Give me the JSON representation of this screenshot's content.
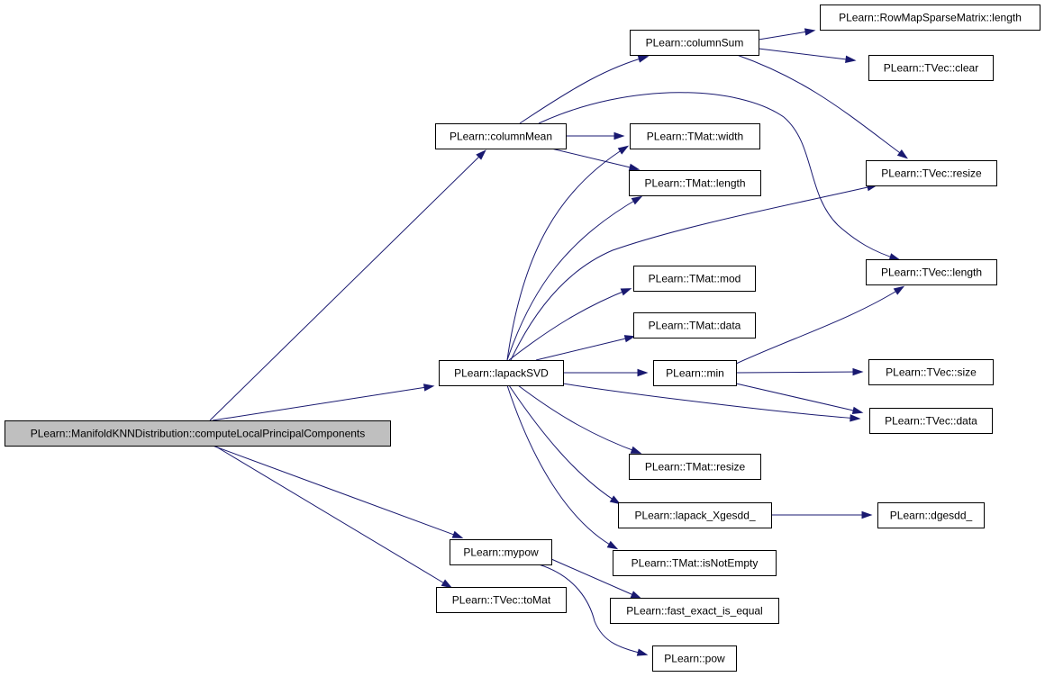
{
  "diagram": {
    "type": "call-graph",
    "edge_color": "#191970",
    "root_fill": "#bfbfbf",
    "nodes": [
      {
        "id": "root",
        "label": "PLearn::ManifoldKNNDistribution::computeLocalPrincipalComponents",
        "root": true
      },
      {
        "id": "columnMean",
        "label": "PLearn::columnMean"
      },
      {
        "id": "lapackSVD",
        "label": "PLearn::lapackSVD"
      },
      {
        "id": "mypow",
        "label": "PLearn::mypow"
      },
      {
        "id": "toMat",
        "label": "PLearn::TVec::toMat"
      },
      {
        "id": "columnSum",
        "label": "PLearn::columnSum"
      },
      {
        "id": "rmsmLength",
        "label": "PLearn::RowMapSparseMatrix::length"
      },
      {
        "id": "tvecClear",
        "label": "PLearn::TVec::clear"
      },
      {
        "id": "tmatWidth",
        "label": "PLearn::TMat::width"
      },
      {
        "id": "tmatLength",
        "label": "PLearn::TMat::length"
      },
      {
        "id": "tvecResize",
        "label": "PLearn::TVec::resize"
      },
      {
        "id": "tvecLength",
        "label": "PLearn::TVec::length"
      },
      {
        "id": "tmatMod",
        "label": "PLearn::TMat::mod"
      },
      {
        "id": "tmatData",
        "label": "PLearn::TMat::data"
      },
      {
        "id": "min",
        "label": "PLearn::min"
      },
      {
        "id": "tvecSize",
        "label": "PLearn::TVec::size"
      },
      {
        "id": "tvecData",
        "label": "PLearn::TVec::data"
      },
      {
        "id": "tmatResize",
        "label": "PLearn::TMat::resize"
      },
      {
        "id": "xgesdd",
        "label": "PLearn::lapack_Xgesdd_"
      },
      {
        "id": "dgesdd",
        "label": "PLearn::dgesdd_"
      },
      {
        "id": "isNotEmpty",
        "label": "PLearn::TMat::isNotEmpty"
      },
      {
        "id": "fastExact",
        "label": "PLearn::fast_exact_is_equal"
      },
      {
        "id": "pow",
        "label": "PLearn::pow"
      }
    ],
    "edges": [
      {
        "from": "root",
        "to": "columnMean"
      },
      {
        "from": "root",
        "to": "lapackSVD"
      },
      {
        "from": "root",
        "to": "mypow"
      },
      {
        "from": "root",
        "to": "toMat"
      },
      {
        "from": "columnMean",
        "to": "columnSum"
      },
      {
        "from": "columnMean",
        "to": "tmatWidth"
      },
      {
        "from": "columnMean",
        "to": "tmatLength"
      },
      {
        "from": "columnMean",
        "to": "tvecLength"
      },
      {
        "from": "columnSum",
        "to": "rmsmLength"
      },
      {
        "from": "columnSum",
        "to": "tvecClear"
      },
      {
        "from": "columnSum",
        "to": "tvecResize"
      },
      {
        "from": "lapackSVD",
        "to": "tmatWidth"
      },
      {
        "from": "lapackSVD",
        "to": "tmatLength"
      },
      {
        "from": "lapackSVD",
        "to": "tvecResize"
      },
      {
        "from": "lapackSVD",
        "to": "tmatMod"
      },
      {
        "from": "lapackSVD",
        "to": "tmatData"
      },
      {
        "from": "lapackSVD",
        "to": "min"
      },
      {
        "from": "lapackSVD",
        "to": "tvecData"
      },
      {
        "from": "lapackSVD",
        "to": "tmatResize"
      },
      {
        "from": "lapackSVD",
        "to": "xgesdd"
      },
      {
        "from": "lapackSVD",
        "to": "isNotEmpty"
      },
      {
        "from": "min",
        "to": "tvecLength"
      },
      {
        "from": "min",
        "to": "tvecSize"
      },
      {
        "from": "min",
        "to": "tvecData"
      },
      {
        "from": "xgesdd",
        "to": "dgesdd"
      },
      {
        "from": "mypow",
        "to": "fastExact"
      },
      {
        "from": "mypow",
        "to": "pow"
      }
    ]
  }
}
